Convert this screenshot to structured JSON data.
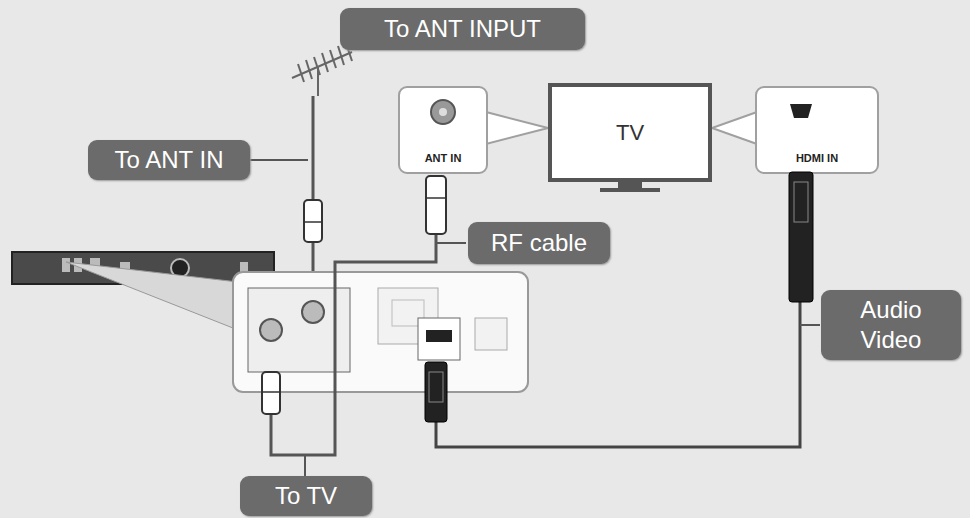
{
  "diagram": {
    "nodes": [
      {
        "text": [
          "To ANT INPUT"
        ]
      },
      {
        "text": [
          "To ANT IN"
        ]
      },
      {
        "text": [
          "ANT IN"
        ]
      },
      {
        "text": [
          "TV"
        ]
      },
      {
        "text": [
          "HDMI IN"
        ]
      },
      {
        "text": [
          "RF cable"
        ]
      },
      {
        "text": [
          "Audio Video"
        ]
      },
      {
        "text": [
          "To TV"
        ]
      }
    ]
  }
}
